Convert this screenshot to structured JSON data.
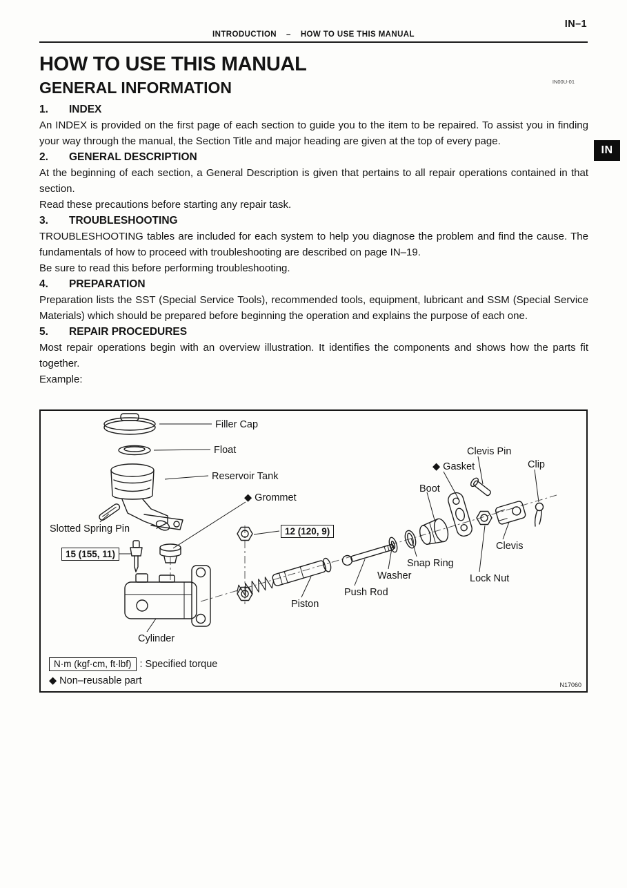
{
  "page_number": "IN–1",
  "running_header": {
    "section": "INTRODUCTION",
    "separator": "–",
    "title": "HOW TO USE THIS MANUAL"
  },
  "side_tab_label": "IN",
  "title": "HOW TO USE THIS MANUAL",
  "doc_code": "IN00U-01",
  "subtitle": "GENERAL INFORMATION",
  "sections": [
    {
      "num": "1.",
      "heading": "INDEX",
      "paragraphs": [
        "An INDEX is provided on the first page of each section to guide you to the item to be repaired. To assist you in finding your way through the manual, the Section Title and major heading are given at the top of every page."
      ]
    },
    {
      "num": "2.",
      "heading": "GENERAL DESCRIPTION",
      "paragraphs": [
        "At the beginning of each section, a General Description is given that pertains to all repair operations contained in that section.",
        "Read these precautions before starting any repair task."
      ]
    },
    {
      "num": "3.",
      "heading": "TROUBLESHOOTING",
      "paragraphs": [
        "TROUBLESHOOTING tables are included for each system to help you diagnose the problem and find the cause. The fundamentals of how to proceed with troubleshooting are described on page IN–19.",
        "Be sure to read this before performing troubleshooting."
      ]
    },
    {
      "num": "4.",
      "heading": "PREPARATION",
      "paragraphs": [
        "Preparation lists the SST (Special Service Tools), recommended tools, equipment, lubricant and SSM (Special Service Materials) which should be prepared before beginning the operation and explains the purpose of each one."
      ]
    },
    {
      "num": "5.",
      "heading": "REPAIR PROCEDURES",
      "paragraphs": [
        "Most repair operations begin with an overview illustration. It identifies the components and shows how the parts fit together.",
        "Example:"
      ]
    }
  ],
  "figure": {
    "labels": {
      "filler_cap": "Filler Cap",
      "float": "Float",
      "reservoir_tank": "Reservoir Tank",
      "grommet": "◆ Grommet",
      "slotted_spring_pin": "Slotted Spring Pin",
      "torque_15": "15 (155, 11)",
      "torque_12": "12 (120, 9)",
      "boot": "Boot",
      "gasket": "◆ Gasket",
      "clevis_pin": "Clevis Pin",
      "clip": "Clip",
      "clevis": "Clevis",
      "lock_nut": "Lock Nut",
      "snap_ring": "Snap Ring",
      "washer": "Washer",
      "push_rod": "Push Rod",
      "piston": "Piston",
      "cylinder": "Cylinder"
    },
    "legend": {
      "torque_box": "N·m (kgf·cm, ft·lbf)",
      "torque_desc": ": Specified torque",
      "nonreusable": "◆ Non–reusable part"
    },
    "code": "N17060"
  }
}
